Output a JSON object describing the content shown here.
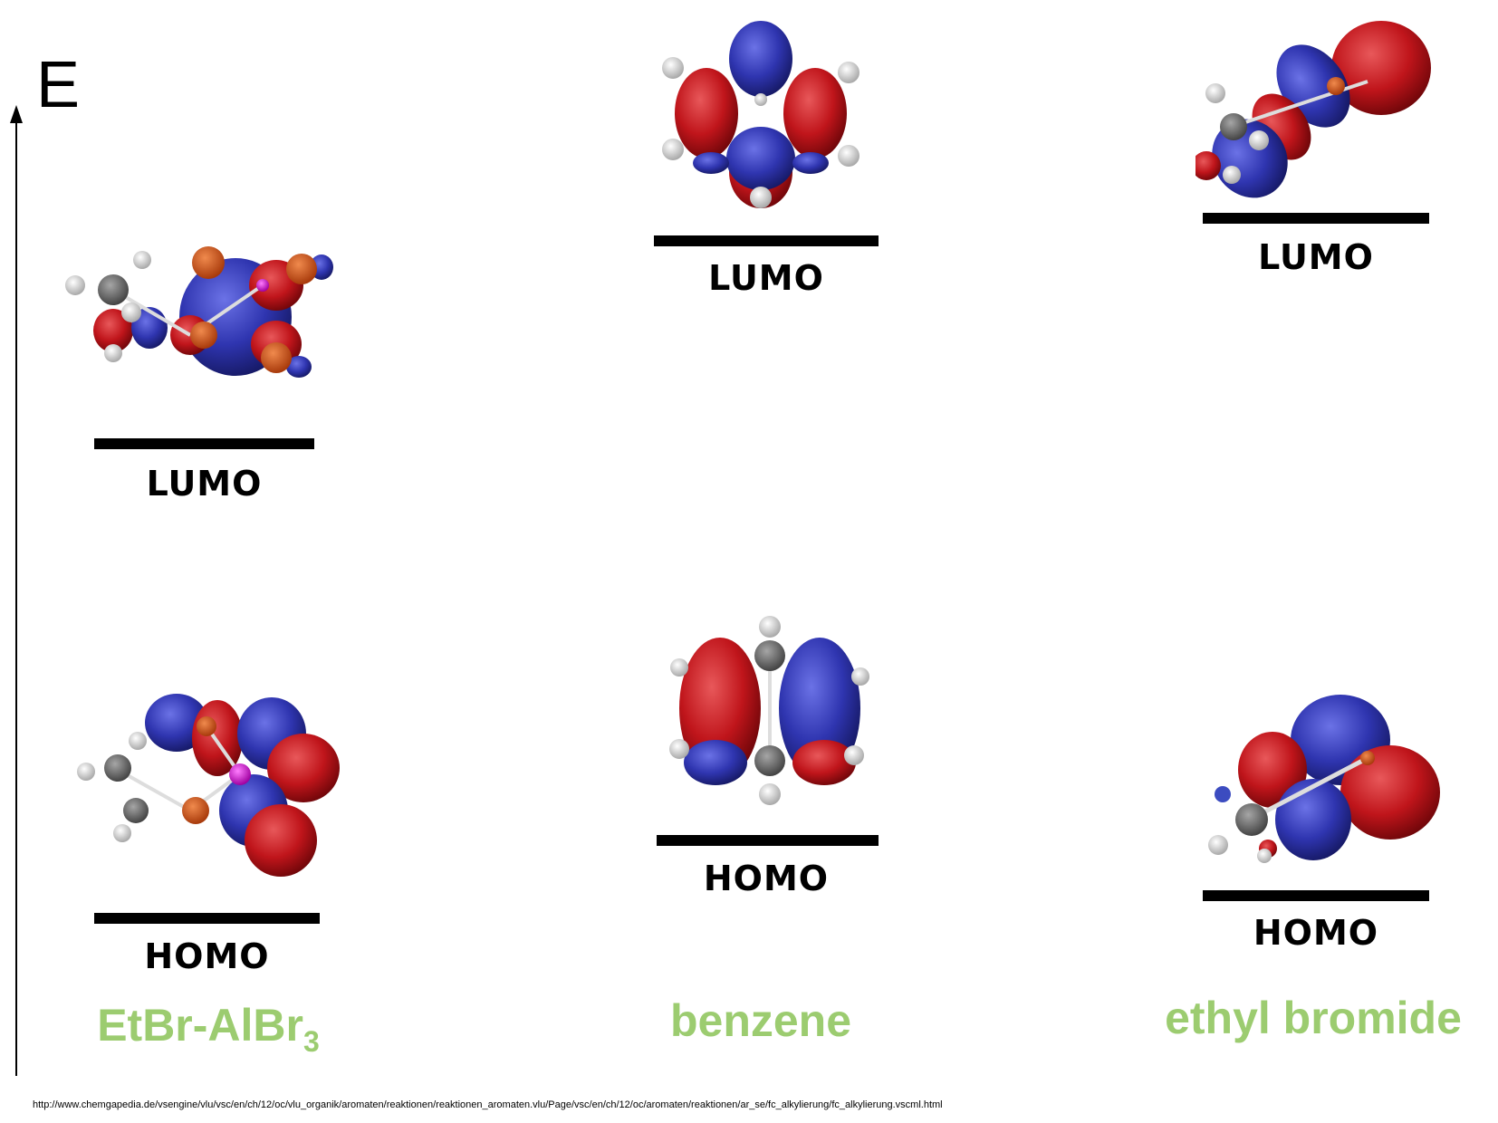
{
  "diagram": {
    "axis": {
      "label": "E"
    },
    "columns": [
      {
        "id": "etbr-albr3",
        "name": "EtBr-AlBr",
        "name_subscript": "3",
        "lumo_label": "LUMO",
        "homo_label": "HOMO"
      },
      {
        "id": "benzene",
        "name": "benzene",
        "lumo_label": "LUMO",
        "homo_label": "HOMO"
      },
      {
        "id": "ethyl-bromide",
        "name": "ethyl bromide",
        "lumo_label": "LUMO",
        "homo_label": "HOMO"
      }
    ],
    "colors": {
      "compound_name": "#9ccc70",
      "lobe_red": "#c0151b",
      "lobe_blue": "#2f35b0",
      "bromine": "#d2521b",
      "carbon": "#6f6f6f",
      "hydrogen": "#e8e8e8",
      "aluminium": "#e000e0"
    },
    "source_url": "http://www.chemgapedia.de/vsengine/vlu/vsc/en/ch/12/oc/vlu_organik/aromaten/reaktionen/reaktionen_aromaten.vlu/Page/vsc/en/ch/12/oc/aromaten/reaktionen/ar_se/fc_alkylierung/fc_alkylierung.vscml.html"
  }
}
